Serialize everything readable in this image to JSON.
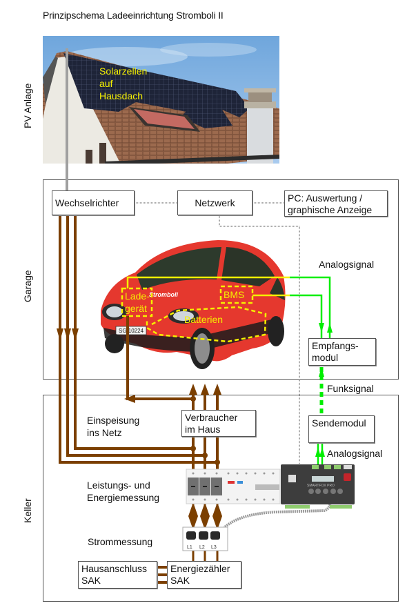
{
  "title": "Prinzipschema Ladeeinrichtung Stromboli II",
  "sections": {
    "pv": "PV Anlage",
    "garage": "Garage",
    "keller": "Keller"
  },
  "photo": {
    "solar_label": [
      "Solarzellen",
      "auf",
      "Hausdach"
    ]
  },
  "boxes": {
    "wechselrichter": "Wechselrichter",
    "netzwerk": "Netzwerk",
    "pc": [
      "PC: Auswertung /",
      "graphische Anzeige"
    ],
    "empfangsmodul": [
      "Empfangs-",
      "modul"
    ],
    "sendemodul": "Sendemodul",
    "verbraucher": [
      "Verbraucher",
      "im Haus"
    ],
    "hausanschluss": [
      "Hausanschluss",
      "SAK"
    ],
    "energiezaehler": [
      "Energiezähler",
      "SAK"
    ]
  },
  "car": {
    "ladegeraet": [
      "Lade-",
      "gerät"
    ],
    "bms": "BMS",
    "batterien": "Batterien",
    "plate": "SG 10224",
    "brand": "Stromboli"
  },
  "labels": {
    "analogsignal_top": "Analogsignal",
    "funksignal": "Funksignal",
    "analogsignal_bottom": "Analogsignal",
    "einspeisung": [
      "Einspeisung",
      "ins Netz"
    ],
    "leistung": [
      "Leistungs- und",
      "Energiemessung"
    ],
    "strommessung": "Strommessung"
  },
  "smartfox": {
    "brand": "SMARTFOX PRO"
  },
  "ct_clamps": [
    "L1",
    "L2",
    "L3"
  ],
  "colors": {
    "power_line": "#7b3f00",
    "signal": "#00ee00",
    "car_annotation": "#f5f000",
    "pv_cable": "#a0a0a0"
  }
}
